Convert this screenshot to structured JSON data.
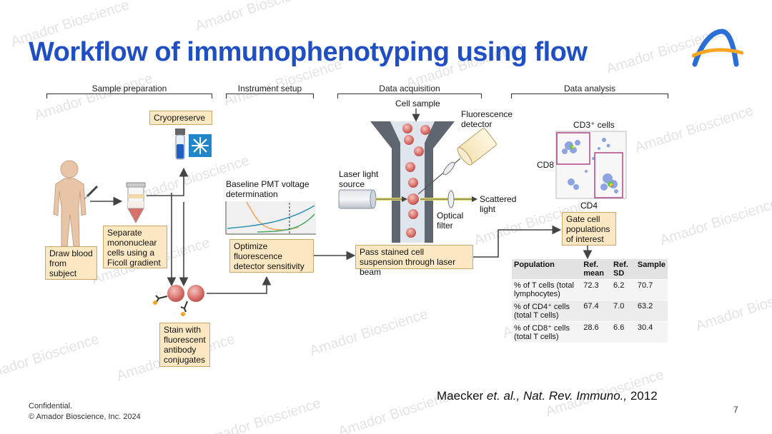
{
  "title": "Workflow of immunophenotyping using flow",
  "watermark": "Amador Bioscience",
  "sections": {
    "sample_prep": "Sample preparation",
    "instrument": "Instrument setup",
    "acquisition": "Data acquisition",
    "analysis": "Data analysis"
  },
  "labels": {
    "cryopreserve": "Cryopreserve",
    "separate": "Separate mononuclear cells using a Ficoll gradient",
    "draw": "Draw blood from subject",
    "stain": "Stain with fluorescent antibody conjugates",
    "baseline": "Baseline PMT voltage determination",
    "optimize": "Optimize fluorescence detector sensitivity",
    "cell_sample": "Cell sample",
    "fluor_detector": "Fluorescence detector",
    "laser": "Laser light source",
    "scattered": "Scattered light",
    "optical_filter": "Optical filter",
    "pass": "Pass stained cell suspension through laser beam",
    "cd3": "CD3⁺ cells",
    "cd8": "CD8",
    "cd4": "CD4",
    "gate": "Gate cell populations of interest"
  },
  "table": {
    "headers": [
      "Population",
      "Ref. mean",
      "Ref. SD",
      "Sample"
    ],
    "rows": [
      {
        "population": "% of T cells (total lymphocytes)",
        "mean": "72.3",
        "sd": "6.2",
        "sample": "70.7"
      },
      {
        "population": "% of CD4⁺ cells (total T cells)",
        "mean": "67.4",
        "sd": "7.0",
        "sample": "63.2"
      },
      {
        "population": "% of CD8⁺ cells (total T cells)",
        "mean": "28.6",
        "sd": "6.6",
        "sample": "30.4"
      }
    ]
  },
  "citation": {
    "author": "Maecker ",
    "etal": "et. al., Nat. Rev. Immuno.,",
    "year": " 2012"
  },
  "footer": {
    "confidential": "Confidential.",
    "copyright": "© Amador Bioscience, Inc. 2024",
    "page": "7"
  },
  "colors": {
    "title": "#1f4fc2",
    "box_fill": "#fbe8c2",
    "cell": "#d9706a",
    "logo_blue": "#2a6fd6",
    "logo_orange": "#f5a623"
  }
}
